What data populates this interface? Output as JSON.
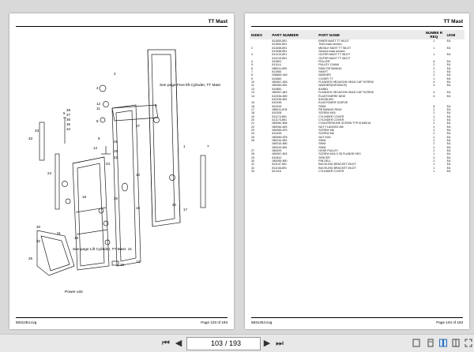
{
  "left_page": {
    "header": "TT Mast",
    "footer_file": "5831254.svg",
    "footer_page": "Page 103 of  193",
    "notes": {
      "free_lift": "See page Free-lift Cylinder, TT Mast",
      "lift": "See page Lift Cylinder, TT Mast",
      "power_unit": "Power unit"
    },
    "callouts": [
      "1",
      "2",
      "3",
      "4",
      "5",
      "6",
      "7",
      "8",
      "9",
      "10",
      "11",
      "12",
      "13",
      "14",
      "15",
      "16",
      "17",
      "18",
      "19",
      "20",
      "21",
      "22",
      "23",
      "24",
      "25",
      "26",
      "27",
      "28",
      "29",
      "30",
      "31",
      "32",
      "33",
      "34",
      "35",
      "36",
      "37",
      "38"
    ]
  },
  "right_page": {
    "header": "TT Mast",
    "footer_file": "5831254.svg",
    "footer_page": "Page 104 of  193",
    "columns": {
      "index": "INDEX",
      "part_number": "PART NUMBER",
      "part_name": "PART NAME",
      "number_reqd": "NUMBE R REQ",
      "uom": "UOM"
    },
    "rows": [
      {
        "index": "",
        "part": "811500-891",
        "name": "INNER MAST TT WLDT",
        "num": "1",
        "uom": "EA"
      },
      {
        "index": "",
        "part": "811500-891",
        "name": "Third mast section",
        "num": "",
        "uom": ""
      },
      {
        "index": "2",
        "part": "811538-891",
        "name": "MIDDLE MAST TT WLDT",
        "num": "1",
        "uom": "EA"
      },
      {
        "index": "",
        "part": "811538-891",
        "name": "Second mast section",
        "num": "",
        "uom": ""
      },
      {
        "index": "3",
        "part": "811219-891",
        "name": "OUTER MAST TT WLDT",
        "num": "1",
        "uom": "EA"
      },
      {
        "index": "",
        "part": "811219-891",
        "name": "OUTER MAST TT WLDT",
        "num": "",
        "uom": ""
      },
      {
        "index": "4",
        "part": "810891",
        "name": "ROLLER",
        "num": "8",
        "uom": "EA"
      },
      {
        "index": "5",
        "part": "811114",
        "name": "PULLEY CHAIN",
        "num": "2",
        "uom": "EA"
      },
      {
        "index": "6",
        "part": "088911-890",
        "name": "RING RETAINING",
        "num": "2",
        "uom": "EA"
      },
      {
        "index": "7",
        "part": "811983",
        "name": "SHAFT",
        "num": "1",
        "uom": "EA"
      },
      {
        "index": "8",
        "part": "008869-918",
        "name": "WASHER",
        "num": "2",
        "uom": "EA"
      },
      {
        "index": "9",
        "part": "810862",
        "name": "COVER TT",
        "num": "1",
        "uom": "EA"
      },
      {
        "index": "10",
        "part": "080067-818",
        "name": "FLANGED HEXAGON HEAD CAP SCREW",
        "num": "4",
        "uom": "EA"
      },
      {
        "index": "11",
        "part": "080069-831",
        "name": "WASHER(DISTANCE)",
        "num": "4",
        "uom": "EA"
      },
      {
        "index": "12",
        "part": "810881",
        "name": "810881",
        "num": "",
        "uom": ""
      },
      {
        "index": "13",
        "part": "080067-842",
        "name": "FLANGED HEXAGON HEAD CAP SCREW",
        "num": "4",
        "uom": "EA"
      },
      {
        "index": "14",
        "part": "810236-890",
        "name": "ÉLASTOMÈRE NEW",
        "num": "4",
        "uom": "EA"
      },
      {
        "index": "",
        "part": "810236-891",
        "name": "810236-891",
        "num": "",
        "uom": ""
      },
      {
        "index": "15",
        "part": "810236",
        "name": "ELASTOMER SLEEVE",
        "num": "",
        "uom": ""
      },
      {
        "index": "16",
        "part": "810234",
        "name": "SHIM",
        "num": "8",
        "uom": "EA"
      },
      {
        "index": "17",
        "part": "088911-878",
        "name": "RETAINING RING",
        "num": "2",
        "uom": "EA"
      },
      {
        "index": "18",
        "part": "810206",
        "name": "SCREW M16",
        "num": "2",
        "uom": "EA"
      },
      {
        "index": "19",
        "part": "811174-891",
        "name": "CYLINDER COVER",
        "num": "1",
        "uom": "EA"
      },
      {
        "index": "20",
        "part": "811173-891",
        "name": "CYLINDER COVER",
        "num": "1",
        "uom": "EA"
      },
      {
        "index": "21",
        "part": "080060-808",
        "name": "COUNTERSUNK SCREW TYP-B M8X16",
        "num": "2",
        "uom": "EA"
      },
      {
        "index": "22",
        "part": "080046-825",
        "name": "NUT FLANGED M8",
        "num": "2",
        "uom": "EA"
      },
      {
        "index": "23",
        "part": "080065-875",
        "name": "SCREW M8",
        "num": "2",
        "uom": "EA"
      },
      {
        "index": "24",
        "part": "810435",
        "name": "SCREW M8",
        "num": "2",
        "uom": "EA"
      },
      {
        "index": "25",
        "part": "080069-878",
        "name": "NUT M16",
        "num": "2",
        "uom": "EA"
      },
      {
        "index": "26",
        "part": "080016-891",
        "name": "SHIM",
        "num": "2",
        "uom": "EA"
      },
      {
        "index": "",
        "part": "080015-890",
        "name": "SHIM",
        "num": "2",
        "uom": "EA"
      },
      {
        "index": "",
        "part": "080015-891",
        "name": "SHIM",
        "num": "2",
        "uom": "EA"
      },
      {
        "index": "27",
        "part": "080093",
        "name": "HOSE PULLEY",
        "num": "2",
        "uom": "EA"
      },
      {
        "index": "28",
        "part": "080067-824",
        "name": "SCREW M16 X 35 FLANGE HEX",
        "num": "1",
        "uom": "EA"
      },
      {
        "index": "29",
        "part": "810812",
        "name": "SPACER",
        "num": "2",
        "uom": "EA"
      },
      {
        "index": "30",
        "part": "080055-890",
        "name": "PIN DELL",
        "num": "2",
        "uom": "EA"
      },
      {
        "index": "31",
        "part": "811147-891",
        "name": "BUCKLING BRACKET WLDT",
        "num": "1",
        "uom": "EA"
      },
      {
        "index": "32",
        "part": "811148-891",
        "name": "BUCKLING BRACKET WLDT",
        "num": "1",
        "uom": "EA"
      },
      {
        "index": "33",
        "part": "821115",
        "name": "CYLINDER COVER",
        "num": "1",
        "uom": "EA"
      }
    ]
  },
  "toolbar": {
    "current_page": "103",
    "total_pages": "/ 193",
    "first_icon": "first-page-icon",
    "prev_icon": "prev-page-icon",
    "next_icon": "next-page-icon",
    "last_icon": "last-page-icon"
  }
}
